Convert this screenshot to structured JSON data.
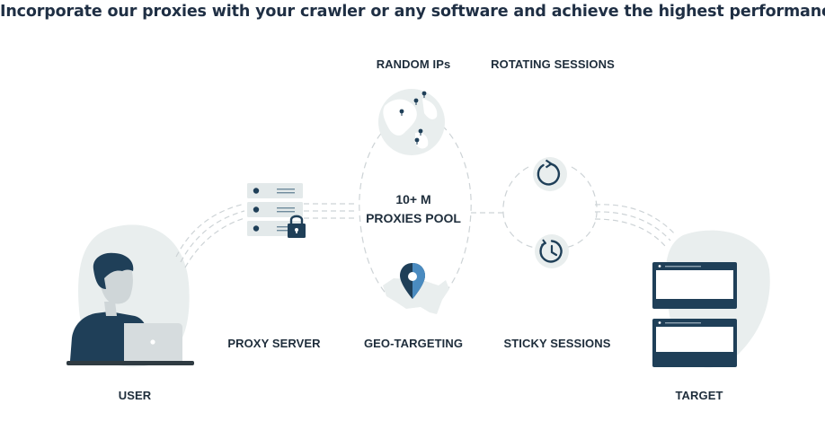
{
  "headline": "Incorporate our proxies with your crawler or any software and achieve the highest performance.",
  "labels": {
    "random_ips": "RANDOM IPs",
    "rotating_sessions": "ROTATING SESSIONS",
    "proxy_server": "PROXY SERVER",
    "geo_targeting": "GEO-TARGETING",
    "sticky_sessions": "STICKY SESSIONS",
    "user": "USER",
    "target": "TARGET"
  },
  "pool": {
    "line1": "10+ M",
    "line2": "PROXIES POOL"
  },
  "colors": {
    "navy": "#1f3f58",
    "blob": "#e9eeee",
    "line": "#cdd3d6",
    "text": "#1e2d3b"
  },
  "icons": {
    "globe": "globe-with-pins-icon",
    "server": "server-rack-icon",
    "lock": "lock-icon",
    "map": "us-map-icon",
    "pin": "map-pin-icon",
    "rotate": "rotate-arrow-icon",
    "clock": "clock-icon",
    "laptop": "laptop-icon",
    "browser": "browser-window-icon"
  }
}
